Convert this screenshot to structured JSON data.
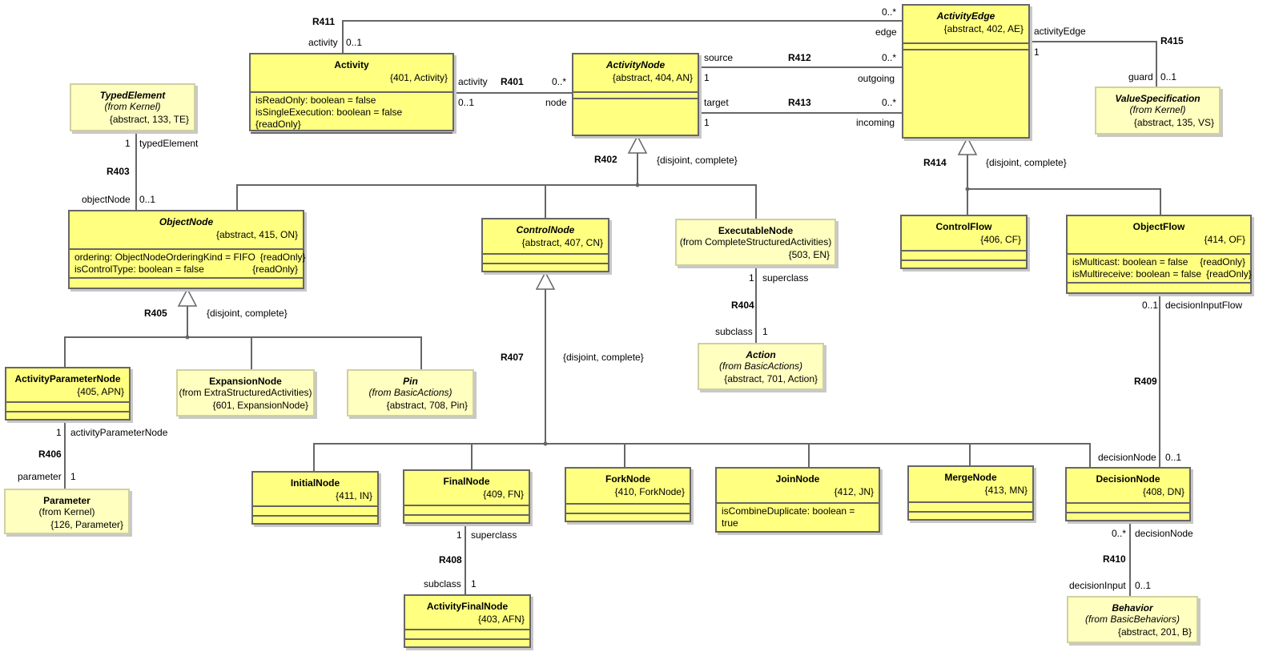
{
  "classes": {
    "activity": {
      "name": "Activity",
      "keyletters": "{401, Activity}",
      "attrs": [
        "isReadOnly: boolean = false",
        "isSingleExecution: boolean = false {readOnly}"
      ]
    },
    "activitynode": {
      "name": "ActivityNode",
      "keyletters": "{abstract, 404, AN}"
    },
    "activityedge": {
      "name": "ActivityEdge",
      "keyletters": "{abstract, 402, AE}"
    },
    "valuespec": {
      "name": "ValueSpecification",
      "from": "(from Kernel)",
      "keyletters": "{abstract, 135, VS}"
    },
    "typedelement": {
      "name": "TypedElement",
      "from": "(from Kernel)",
      "keyletters": "{abstract, 133, TE}"
    },
    "objectnode": {
      "name": "ObjectNode",
      "keyletters": "{abstract, 415, ON}",
      "attrs": [
        [
          "ordering: ObjectNodeOrderingKind = FIFO",
          "{readOnly}"
        ],
        [
          "isControlType: boolean = false",
          "{readOnly}"
        ]
      ]
    },
    "controlnode": {
      "name": "ControlNode",
      "keyletters": "{abstract, 407, CN}"
    },
    "executablenode": {
      "name": "ExecutableNode",
      "from": "(from CompleteStructuredActivities)",
      "keyletters": "{503, EN}"
    },
    "controlflow": {
      "name": "ControlFlow",
      "keyletters": "{406, CF}"
    },
    "objectflow": {
      "name": "ObjectFlow",
      "keyletters": "{414, OF}",
      "attrs": [
        [
          "isMulticast: boolean = false",
          "{readOnly}"
        ],
        [
          "isMultireceive: boolean = false",
          "{readOnly}"
        ]
      ]
    },
    "action": {
      "name": "Action",
      "from": "(from BasicActions)",
      "keyletters": "{abstract, 701, Action}"
    },
    "activityparameternode": {
      "name": "ActivityParameterNode",
      "keyletters": "{405, APN}"
    },
    "expansionnode": {
      "name": "ExpansionNode",
      "from": "(from ExtraStructuredActivities)",
      "keyletters": "{601, ExpansionNode}"
    },
    "pin": {
      "name": "Pin",
      "from": "(from BasicActions)",
      "keyletters": "{abstract, 708, Pin}"
    },
    "parameter": {
      "name": "Parameter",
      "from": "(from Kernel)",
      "keyletters": "{126, Parameter}"
    },
    "initialnode": {
      "name": "InitialNode",
      "keyletters": "{411, IN}"
    },
    "finalnode": {
      "name": "FinalNode",
      "keyletters": "{409, FN}"
    },
    "forknode": {
      "name": "ForkNode",
      "keyletters": "{410, ForkNode}"
    },
    "joinnode": {
      "name": "JoinNode",
      "keyletters": "{412, JN}",
      "attrs": [
        "isCombineDuplicate: boolean = true"
      ]
    },
    "mergenode": {
      "name": "MergeNode",
      "keyletters": "{413, MN}"
    },
    "decisionnode": {
      "name": "DecisionNode",
      "keyletters": "{408, DN}"
    },
    "activityfinalnode": {
      "name": "ActivityFinalNode",
      "keyletters": "{403, AFN}"
    },
    "behavior": {
      "name": "Behavior",
      "from": "(from BasicBehaviors)",
      "keyletters": "{abstract, 201, B}"
    }
  },
  "relationships": {
    "r401": "R401",
    "r402": "R402",
    "r403": "R403",
    "r404": "R404",
    "r405": "R405",
    "r406": "R406",
    "r407": "R407",
    "r408": "R408",
    "r409": "R409",
    "r410": "R410",
    "r411": "R411",
    "r412": "R412",
    "r413": "R413",
    "r414": "R414",
    "r415": "R415"
  },
  "generalization_constraint": "{disjoint, complete}",
  "labels": {
    "r411_activity": "activity",
    "r411_activity_mult": "0..1",
    "r411_edge_mult": "0..*",
    "r411_edge": "edge",
    "r401_activity": "activity",
    "r401_activity_mult": "0..1",
    "r401_node_mult": "0..*",
    "r401_node": "node",
    "r412_source": "source",
    "r412_source_mult": "1",
    "r412_outgoing_mult": "0..*",
    "r412_outgoing": "outgoing",
    "r413_target": "target",
    "r413_target_mult": "1",
    "r413_incoming_mult": "0..*",
    "r413_incoming": "incoming",
    "r415_activityedge": "activityEdge",
    "r415_activityedge_mult": "1",
    "r415_guard": "guard",
    "r415_guard_mult": "0..1",
    "r403_te_mult": "1",
    "r403_te": "typedElement",
    "r403_on": "objectNode",
    "r403_on_mult": "0..1",
    "r404_super_mult": "1",
    "r404_super": "superclass",
    "r404_sub": "subclass",
    "r404_sub_mult": "1",
    "r406_apn_mult": "1",
    "r406_apn": "activityParameterNode",
    "r406_param": "parameter",
    "r406_param_mult": "1",
    "r408_super_mult": "1",
    "r408_super": "superclass",
    "r408_sub": "subclass",
    "r408_sub_mult": "1",
    "r409_dif_mult": "0..1",
    "r409_dif": "decisionInputFlow",
    "r409_dn": "decisionNode",
    "r409_dn_mult": "0..1",
    "r410_dn_mult": "0..*",
    "r410_dn": "decisionNode",
    "r410_di": "decisionInput",
    "r410_di_mult": "0..1"
  }
}
